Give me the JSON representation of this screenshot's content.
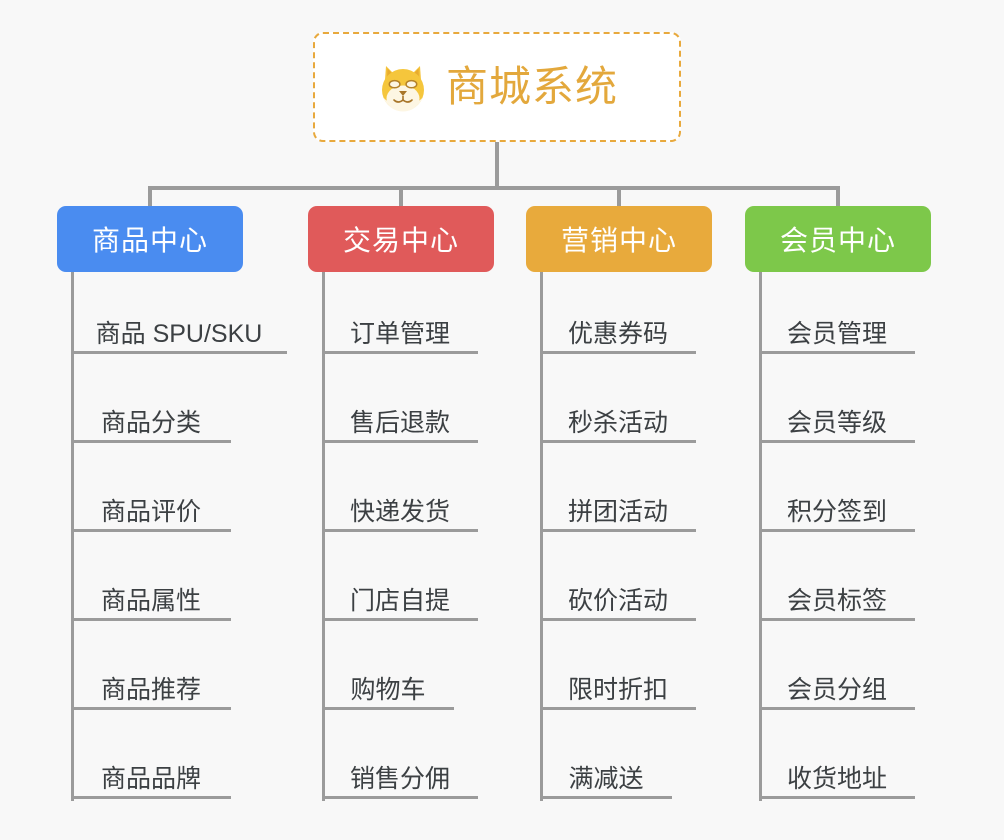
{
  "page": {
    "background_color": "#f8f8f8",
    "connector_color": "#9b9b9b",
    "leaf_text_color": "#3c4043"
  },
  "root": {
    "title": "商城系统",
    "icon": "shiba-dog-face-emoji",
    "title_color": "#e3a83c",
    "border_color": "#e8a93d",
    "background_color": "#ffffff"
  },
  "branches": [
    {
      "title": "商品中心",
      "color": "#4a8cf0",
      "items": [
        "商品 SPU/SKU",
        "商品分类",
        "商品评价",
        "商品属性",
        "商品推荐",
        "商品品牌"
      ]
    },
    {
      "title": "交易中心",
      "color": "#e05a5a",
      "items": [
        "订单管理",
        "售后退款",
        "快递发货",
        "门店自提",
        "购物车",
        "销售分佣"
      ]
    },
    {
      "title": "营销中心",
      "color": "#e8aa3c",
      "items": [
        "优惠券码",
        "秒杀活动",
        "拼团活动",
        "砍价活动",
        "限时折扣",
        "满减送"
      ]
    },
    {
      "title": "会员中心",
      "color": "#7dc84a",
      "items": [
        "会员管理",
        "会员等级",
        "积分签到",
        "会员标签",
        "会员分组",
        "收货地址"
      ]
    }
  ]
}
